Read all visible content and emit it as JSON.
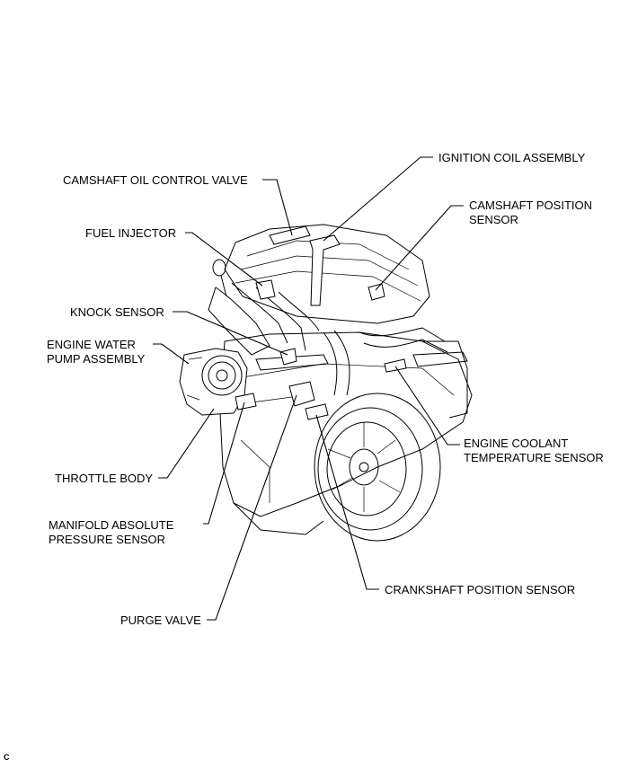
{
  "labels": {
    "camshaft_oil_control_valve": "CAMSHAFT OIL CONTROL VALVE",
    "ignition_coil_assembly": "IGNITION COIL ASSEMBLY",
    "camshaft_position_sensor_l1": "CAMSHAFT POSITION",
    "camshaft_position_sensor_l2": "SENSOR",
    "fuel_injector": "FUEL INJECTOR",
    "knock_sensor": "KNOCK SENSOR",
    "engine_water_pump_l1": "ENGINE WATER",
    "engine_water_pump_l2": "PUMP ASSEMBLY",
    "engine_coolant_temp_l1": "ENGINE COOLANT",
    "engine_coolant_temp_l2": "TEMPERATURE SENSOR",
    "throttle_body": "THROTTLE BODY",
    "map_sensor_l1": "MANIFOLD ABSOLUTE",
    "map_sensor_l2": "PRESSURE SENSOR",
    "crankshaft_position_sensor": "CRANKSHAFT POSITION SENSOR",
    "purge_valve": "PURGE VALVE"
  },
  "figure_code": "C"
}
